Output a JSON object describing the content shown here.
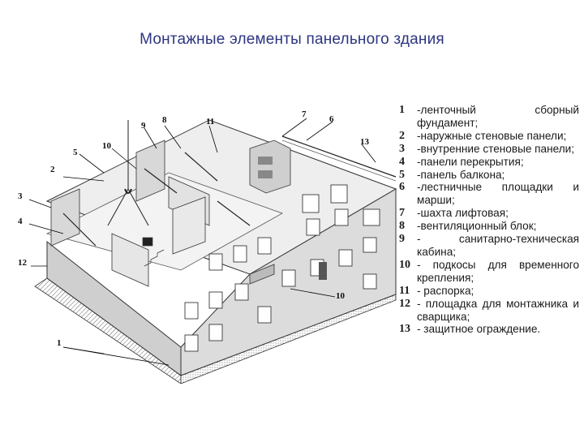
{
  "title": "Монтажные элементы панельного здания",
  "legend": [
    {
      "num": "1",
      "text": "-ленточный  сборный фундамент;"
    },
    {
      "num": "2",
      "text": "-наружные  стеновые панели;"
    },
    {
      "num": "3",
      "text": "-внутренние  стеновые панели;"
    },
    {
      "num": "4",
      "text": "-панели  перекрытия;"
    },
    {
      "num": "5",
      "text": "-панель  балкона;"
    },
    {
      "num": "6",
      "text": "-лестничные  площадки и марши;"
    },
    {
      "num": "7",
      "text": "-шахта  лифтовая;"
    },
    {
      "num": "8",
      "text": "-вентиляционный  блок;"
    },
    {
      "num": "9",
      "text": "- санитарно-техническая кабина;"
    },
    {
      "num": "10",
      "text": "- подкосы  для временного  крепления;"
    },
    {
      "num": "11",
      "text": "- распорка;"
    },
    {
      "num": "12",
      "text": "- площадка  для  монтажника  и  сварщика;"
    },
    {
      "num": "13",
      "text": "- защитное  ограждение."
    }
  ],
  "diagram_labels": [
    "1",
    "2",
    "3",
    "4",
    "5",
    "6",
    "7",
    "8",
    "9",
    "10",
    "11",
    "12",
    "13",
    "10"
  ]
}
